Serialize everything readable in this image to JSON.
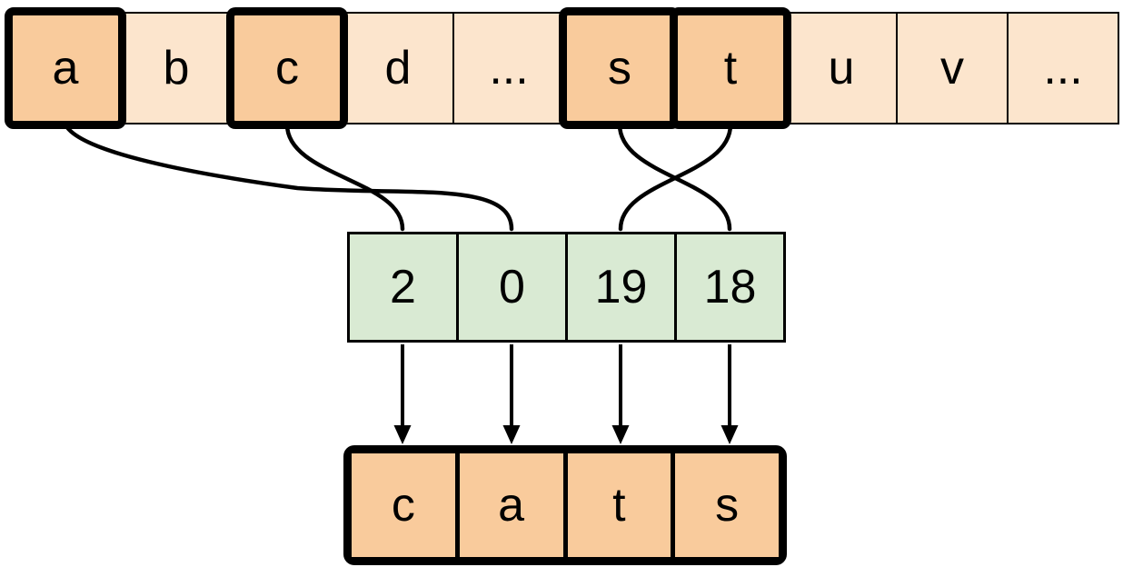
{
  "alphabet_row": {
    "cells": [
      {
        "label": "a",
        "highlighted": true
      },
      {
        "label": "b",
        "highlighted": false
      },
      {
        "label": "c",
        "highlighted": true
      },
      {
        "label": "d",
        "highlighted": false
      },
      {
        "label": "...",
        "highlighted": false
      },
      {
        "label": "s",
        "highlighted": true
      },
      {
        "label": "t",
        "highlighted": true
      },
      {
        "label": "u",
        "highlighted": false
      },
      {
        "label": "v",
        "highlighted": false
      },
      {
        "label": "...",
        "highlighted": false
      }
    ]
  },
  "index_row": {
    "cells": [
      {
        "value": "2"
      },
      {
        "value": "0"
      },
      {
        "value": "19"
      },
      {
        "value": "18"
      }
    ]
  },
  "output_row": {
    "cells": [
      {
        "label": "c"
      },
      {
        "label": "a"
      },
      {
        "label": "t"
      },
      {
        "label": "s"
      }
    ]
  },
  "connections": [
    {
      "from_letter": "a",
      "to_index_value": "0"
    },
    {
      "from_letter": "c",
      "to_index_value": "2"
    },
    {
      "from_letter": "s",
      "to_index_value": "18"
    },
    {
      "from_letter": "t",
      "to_index_value": "19"
    }
  ],
  "arrows": [
    {
      "from_index_value": "2",
      "to_output_letter": "c"
    },
    {
      "from_index_value": "0",
      "to_output_letter": "a"
    },
    {
      "from_index_value": "19",
      "to_output_letter": "t"
    },
    {
      "from_index_value": "18",
      "to_output_letter": "s"
    }
  ],
  "colors": {
    "alphabet_cell_fill": "#fce5cd",
    "highlight_cell_fill": "#f9cb9c",
    "index_cell_fill": "#d9ead3",
    "output_cell_fill": "#f9cb9c",
    "stroke": "#000000"
  }
}
